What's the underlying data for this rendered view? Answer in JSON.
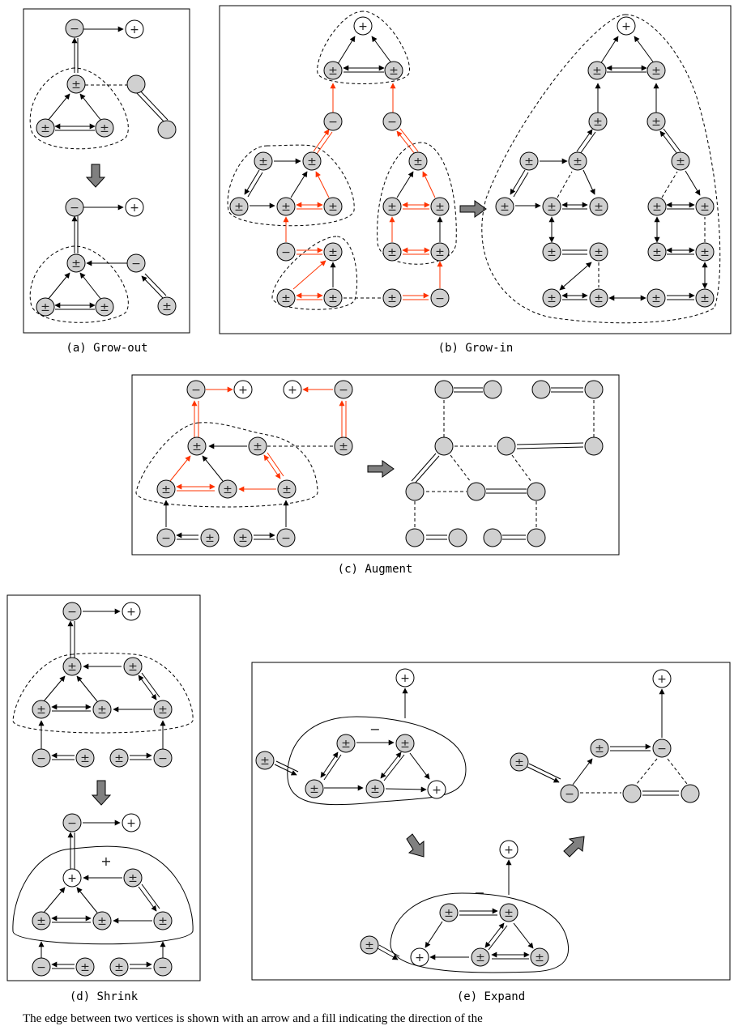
{
  "panels": {
    "a": {
      "caption": "(a) Grow-out"
    },
    "b": {
      "caption": "(b) Grow-in"
    },
    "c": {
      "caption": "(c) Augment"
    },
    "d": {
      "caption": "(d) Shrink"
    },
    "e": {
      "caption": "(e) Expand"
    }
  },
  "labels": {
    "plus": "+",
    "minus": "−",
    "pm": "±"
  },
  "bloom_labels": {
    "shrink_after": "+",
    "expand_top": "−",
    "expand_bottom": "−"
  },
  "colors": {
    "ink": "#000000",
    "node_fill": "#d0d0d0",
    "plus_fill": "#ffffff",
    "highlight": "#ff3300",
    "step_arrow": "#808080"
  },
  "trailing_text": "The edge between two vertices is shown with an arrow and a fill indicating the direction of the"
}
